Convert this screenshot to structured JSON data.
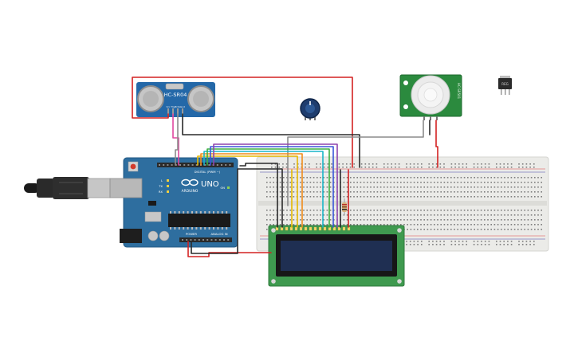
{
  "components": {
    "ultrasonic": {
      "model": "HC-SR04",
      "pin_labels": [
        "Vcc",
        "Trig",
        "Echo",
        "Gnd"
      ]
    },
    "pir": {
      "side_labels": [
        "HC-SR501"
      ]
    },
    "regulator": {
      "label": "REG"
    },
    "arduino": {
      "logo": "ARDUINO",
      "model": "UNO",
      "digital_header": "DIGITAL (PWM ~)",
      "power_header": "POWER",
      "analog_header": "ANALOG IN",
      "leds": [
        "L",
        "TX",
        "RX"
      ],
      "on_label": "ON"
    },
    "lcd": {
      "rows": 2,
      "cols": 16
    }
  },
  "colors": {
    "breadboard": "#ebebe8",
    "arduino_board": "#2e6e9f",
    "lcd_pcb": "#3f9a4f",
    "lcd_screen": "#1f2f52",
    "sensor_pcb": "#2468a8",
    "pir_pcb": "#2b8a3e",
    "wire_red": "#d42222",
    "wire_black": "#2a2a2a",
    "wire_gray": "#8c8c8c"
  }
}
